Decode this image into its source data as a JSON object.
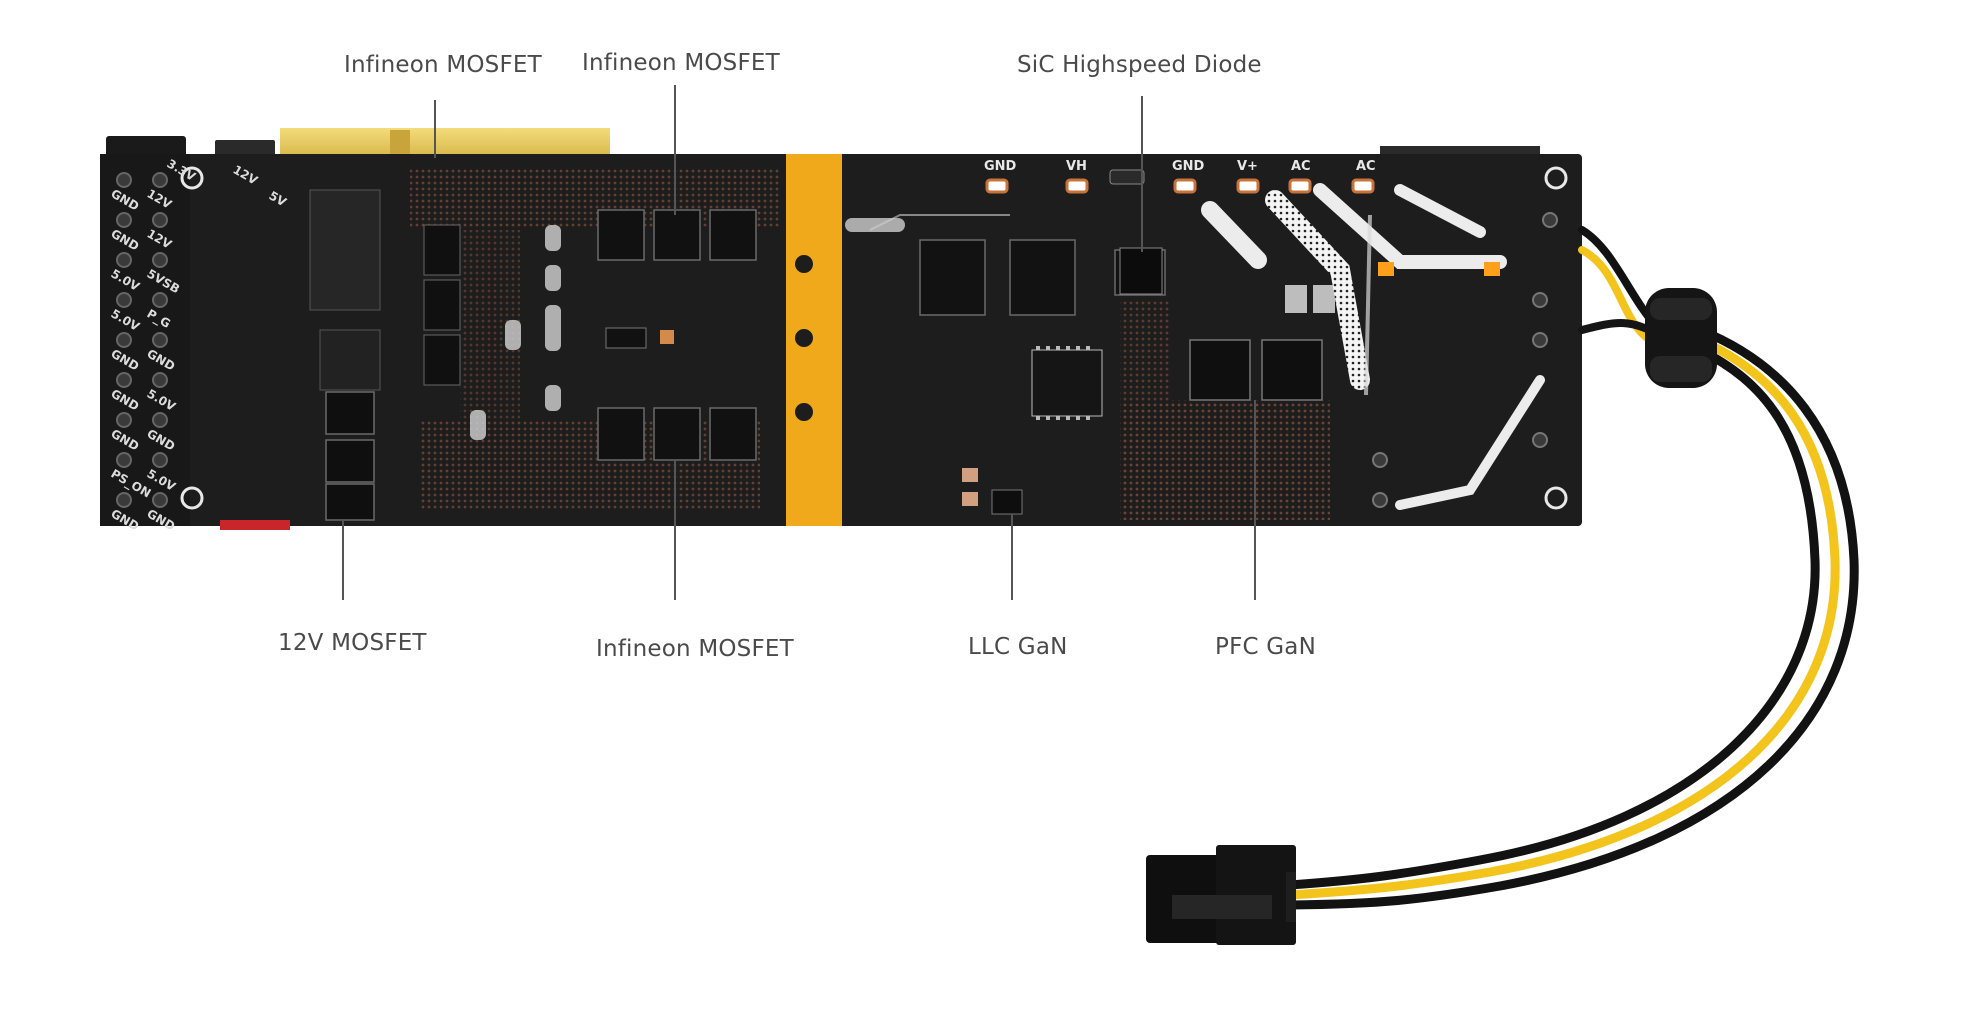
{
  "callouts": {
    "infineon_top_left": "Infineon MOSFET",
    "infineon_top_mid": "Infineon MOSFET",
    "sic_diode": "SiC Highspeed Diode",
    "mosfet_12v": "12V MOSFET",
    "infineon_bottom": "Infineon MOSFET",
    "llc_gan": "LLC GaN",
    "pfc_gan": "PFC GaN"
  },
  "board_labels": {
    "gnd_1": "GND",
    "vh": "VH",
    "gnd_2": "GND",
    "v_plus": "V+",
    "ac_1": "AC",
    "ac_2": "AC",
    "v12": "12V",
    "v5": "5V",
    "v3": "3.3V"
  },
  "connector_pins": [
    "GND",
    "12V",
    "GND",
    "12V",
    "5.0V",
    "5VSB",
    "5.0V",
    "P_G",
    "GND",
    "GND",
    "GND",
    "5.0V",
    "GND",
    "GND",
    "PS_ON",
    "5.0V",
    "GND",
    "GND"
  ],
  "colors": {
    "pcb": "#1c1c1c",
    "copper_pad": "#5a3a2e",
    "kapton_tape": "#f0a91a",
    "cable_yellow": "#f2c41c",
    "cable_black": "#151515",
    "leader_line": "#555555",
    "callout_text": "#4a4a4a"
  }
}
